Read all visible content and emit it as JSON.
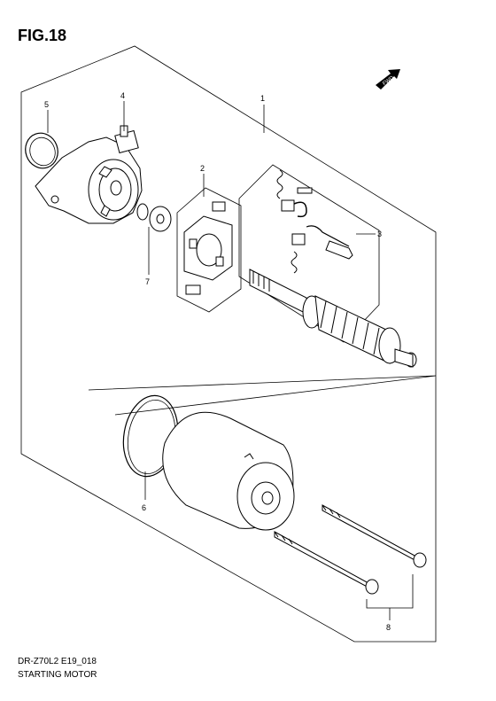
{
  "figure": {
    "title": "FIG.18"
  },
  "caption": {
    "code": "DR-Z70L2 E19_018",
    "name": "STARTING MOTOR"
  },
  "fwd_label": "FWD",
  "callouts": [
    "1",
    "2",
    "3",
    "4",
    "5",
    "6",
    "7",
    "8"
  ]
}
